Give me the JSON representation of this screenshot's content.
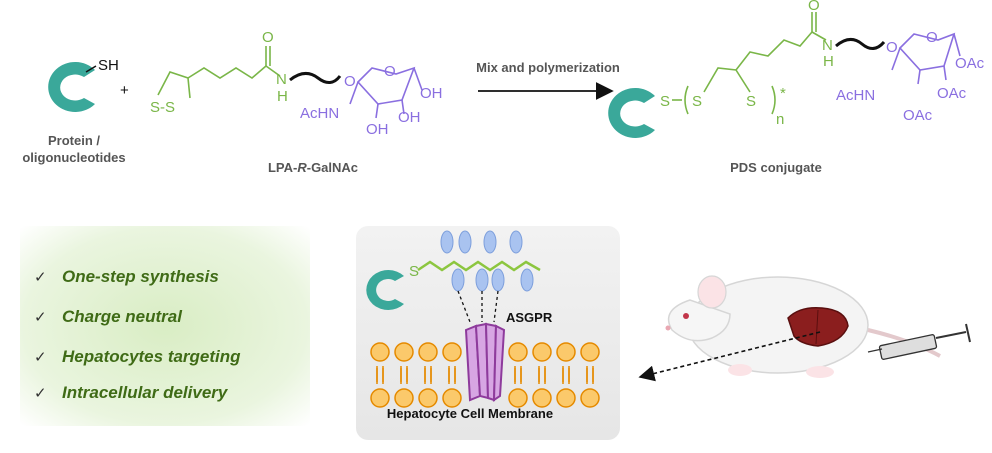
{
  "reagents": {
    "protein_label_1": "Protein /",
    "protein_label_2": "oligonucleotides",
    "protein_group": "SH",
    "plus": "+",
    "monomer_label": "LPA-R-GalNAc",
    "monomer_label_pre": "LPA-",
    "monomer_label_r": "R",
    "monomer_label_post": "-GalNAc"
  },
  "reaction": {
    "arrow_label": "Mix and polymerization"
  },
  "product": {
    "label": "PDS conjugate",
    "repeat_index": "n",
    "end_mark": "*"
  },
  "chem": {
    "sulfur": "S",
    "disulfide": "S-S",
    "oxygen": "O",
    "amide_n": "N",
    "amide_h": "H",
    "achn": "AcHN",
    "oh": "OH",
    "oac": "OAc"
  },
  "features": {
    "items": [
      "One-step synthesis",
      "Charge neutral",
      "Hepatocytes targeting",
      "Intracellular delivery"
    ],
    "check": "✓"
  },
  "cell": {
    "receptor": "ASGPR",
    "membrane": "Hepatocyte Cell Membrane"
  },
  "colors": {
    "protein": "#3aa89a",
    "linker_green": "#8cc63f",
    "sugar_blue": "#8a6fe0",
    "lipid_orange": "#f5a623",
    "receptor_purple": "#a44ab0",
    "feature_text": "#3f6b16",
    "feature_bg": "#e4f2d5"
  }
}
